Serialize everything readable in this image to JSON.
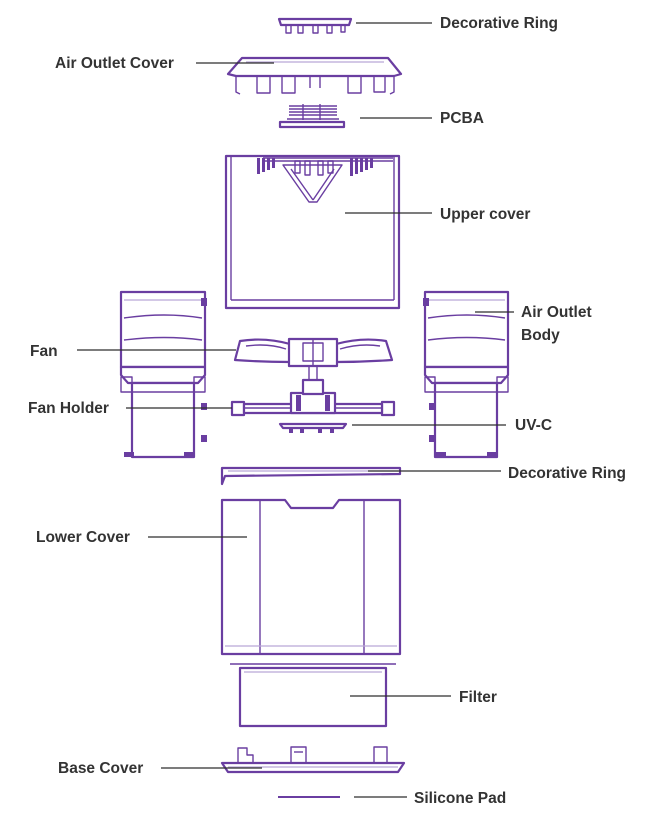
{
  "colors": {
    "part_stroke": "#6a3ea1",
    "label_text": "#333333",
    "leader_line": "#2f2f2f"
  },
  "labels": {
    "decorative_ring_top": "Decorative Ring",
    "air_outlet_cover": "Air Outlet Cover",
    "pcba": "PCBA",
    "upper_cover": "Upper cover",
    "air_outlet_body_line1": "Air Outlet",
    "air_outlet_body_line2": "Body",
    "fan": "Fan",
    "fan_holder": "Fan Holder",
    "uvc": "UV-C",
    "decorative_ring_middle": "Decorative Ring",
    "lower_cover": "Lower Cover",
    "filter": "Filter",
    "base_cover": "Base Cover",
    "silicone_pad": "Silicone Pad"
  }
}
